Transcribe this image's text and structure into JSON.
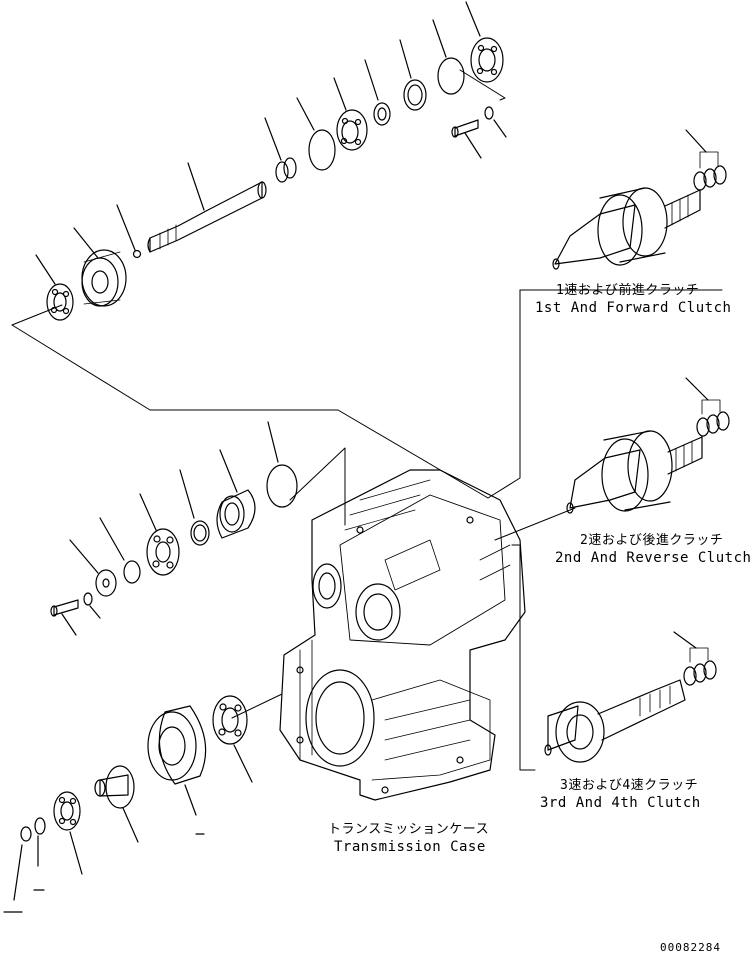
{
  "labels": {
    "clutch1_ja": "1速および前進クラッチ",
    "clutch1_en": "1st And Forward Clutch",
    "clutch2_ja": "2速および後進クラッチ",
    "clutch2_en": "2nd And Reverse Clutch",
    "clutch3_ja": "3速および4速クラッチ",
    "clutch3_en": "3rd And 4th Clutch",
    "case_ja": "トランスミッションケース",
    "case_en": "Transmission Case"
  },
  "figure_number": "00082284",
  "colors": {
    "line": "#000000",
    "background": "#ffffff",
    "shade": "#d9d9d9"
  }
}
